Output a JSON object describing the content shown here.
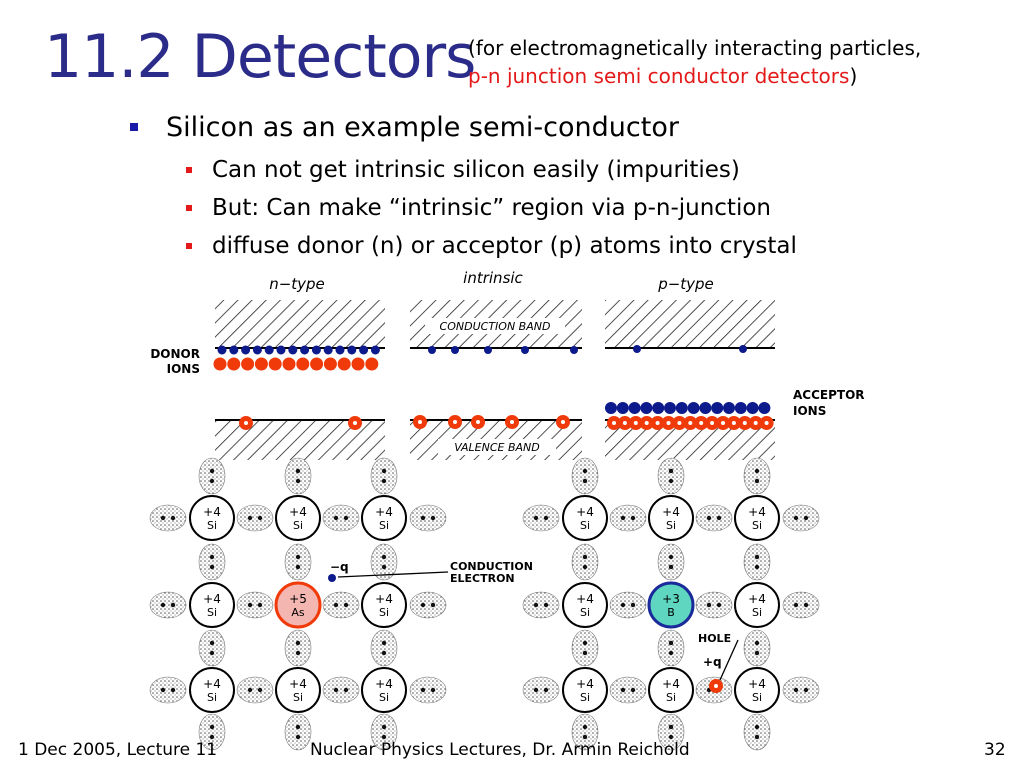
{
  "title": "11.2 Detectors",
  "subtitle": {
    "line1": "(for electromagnetically interacting particles,",
    "line2_red": "p-n junction semi conductor detectors",
    "line2_end": ")"
  },
  "bullets": {
    "main": "Silicon as an example semi-conductor",
    "sub": [
      "Can not get intrinsic silicon easily (impurities)",
      "But: Can make “intrinsic” region via p-n-junction",
      "diffuse donor (n) or acceptor (p) atoms into crystal"
    ]
  },
  "band_diagram": {
    "n_type": "n−type",
    "intrinsic": "intrinsic",
    "p_type": "p−type",
    "conduction_band": "CONDUCTION BAND",
    "valence_band": "VALENCE BAND",
    "donor_ions_1": "DONOR",
    "donor_ions_2": "IONS",
    "acceptor_ions_1": "ACCEPTOR",
    "acceptor_ions_2": "IONS"
  },
  "lattice": {
    "si": "Si",
    "plus4": "+4",
    "plus5": "+5",
    "as": "As",
    "plus3": "+3",
    "b": "B",
    "minus_q": "−q",
    "conduction_electron_1": "CONDUCTION",
    "conduction_electron_2": "ELECTRON",
    "hole": "HOLE",
    "plus_q": "+q"
  },
  "footer": {
    "left": "1 Dec 2005, Lecture 11",
    "center": "Nuclear Physics  Lectures, Dr. Armin Reichold",
    "page": "32"
  },
  "colors": {
    "title": "#2b2b8a",
    "red": "#e41a1a",
    "blue_dot": "#0d1a8c",
    "orange_dot": "#f03a0a",
    "as_fill": "#f4b6b0",
    "b_fill": "#5fd6c0"
  }
}
